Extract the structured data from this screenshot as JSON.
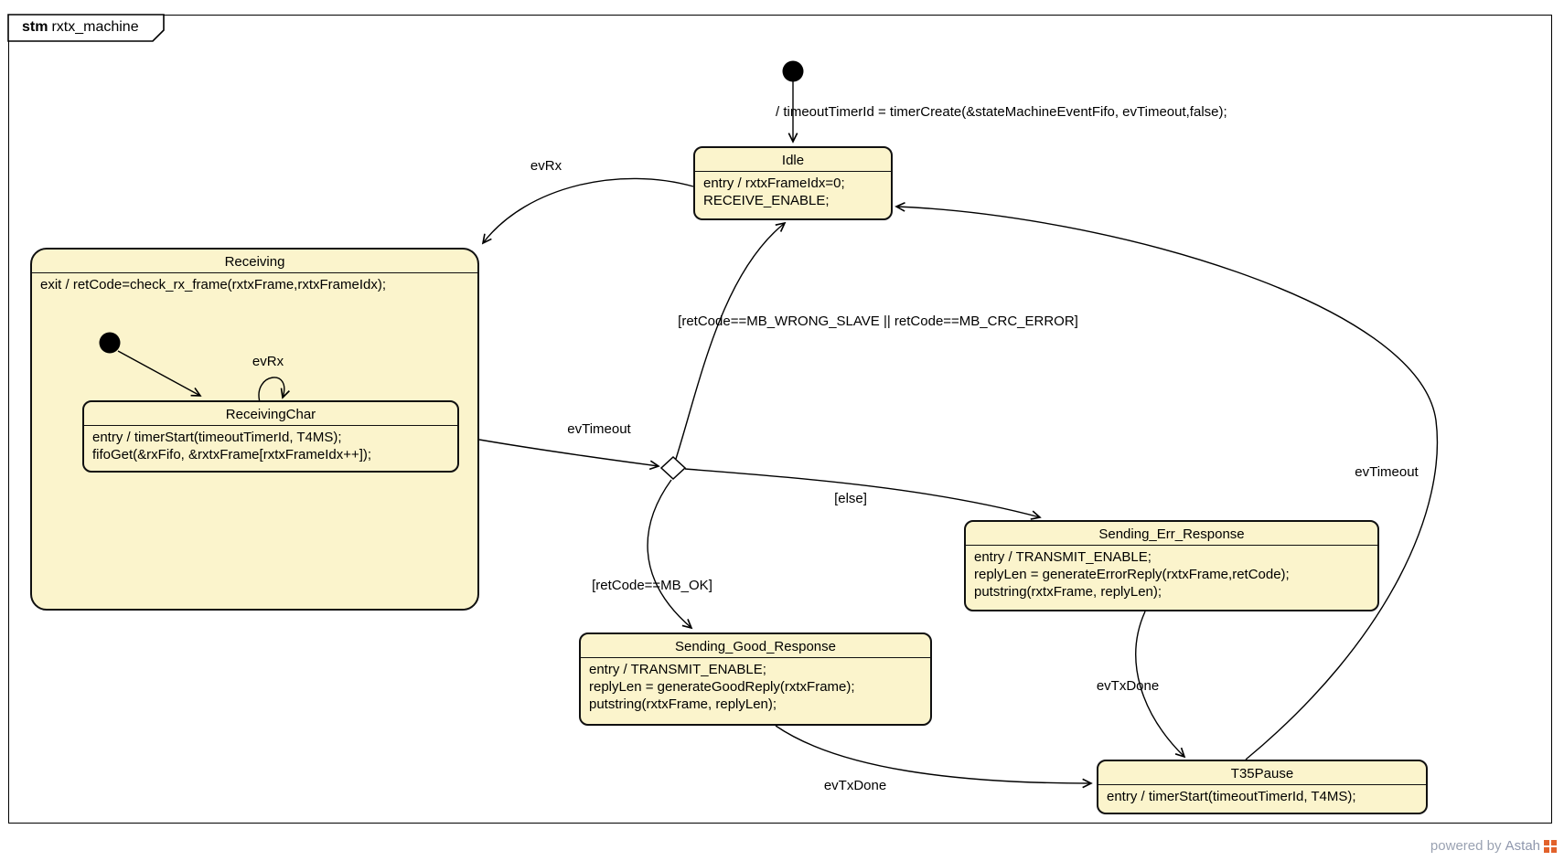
{
  "frame": {
    "keyword": "stm",
    "name": "rxtx_machine"
  },
  "colors": {
    "state_fill": "#FBF4CC",
    "state_border": "#101010",
    "watermark_text": "#9aa2b2",
    "logo_orange": "#e2622b"
  },
  "states": {
    "idle": {
      "name": "Idle",
      "actions": [
        "entry / rxtxFrameIdx=0;",
        "RECEIVE_ENABLE;"
      ]
    },
    "receiving": {
      "name": "Receiving",
      "actions": [
        "exit / retCode=check_rx_frame(rxtxFrame,rxtxFrameIdx);"
      ]
    },
    "receiving_char": {
      "name": "ReceivingChar",
      "actions": [
        "entry / timerStart(timeoutTimerId, T4MS);",
        "fifoGet(&rxFifo, &rxtxFrame[rxtxFrameIdx++]);"
      ]
    },
    "sending_err": {
      "name": "Sending_Err_Response",
      "actions": [
        "entry / TRANSMIT_ENABLE;",
        "replyLen = generateErrorReply(rxtxFrame,retCode);",
        "putstring(rxtxFrame, replyLen);"
      ]
    },
    "sending_good": {
      "name": "Sending_Good_Response",
      "actions": [
        "entry / TRANSMIT_ENABLE;",
        "replyLen = generateGoodReply(rxtxFrame);",
        "putstring(rxtxFrame, replyLen);"
      ]
    },
    "t35pause": {
      "name": "T35Pause",
      "actions": [
        "entry / timerStart(timeoutTimerId, T4MS);"
      ]
    }
  },
  "transitions": {
    "initial": {
      "label": "/ timeoutTimerId = timerCreate(&stateMachineEventFifo, evTimeout,false);"
    },
    "idle_to_receiving": {
      "label": "evRx"
    },
    "receivingchar_self": {
      "label": "evRx"
    },
    "receiving_to_choice": {
      "label": "evTimeout"
    },
    "choice_to_idle": {
      "label": "[retCode==MB_WRONG_SLAVE || retCode==MB_CRC_ERROR]"
    },
    "choice_to_err": {
      "label": "[else]"
    },
    "choice_to_good": {
      "label": "[retCode==MB_OK]"
    },
    "err_to_t35": {
      "label": "evTxDone"
    },
    "good_to_t35": {
      "label": "evTxDone"
    },
    "t35_to_idle": {
      "label": "evTimeout"
    }
  },
  "watermark": {
    "prefix": "powered by ",
    "brand": "Astah"
  }
}
